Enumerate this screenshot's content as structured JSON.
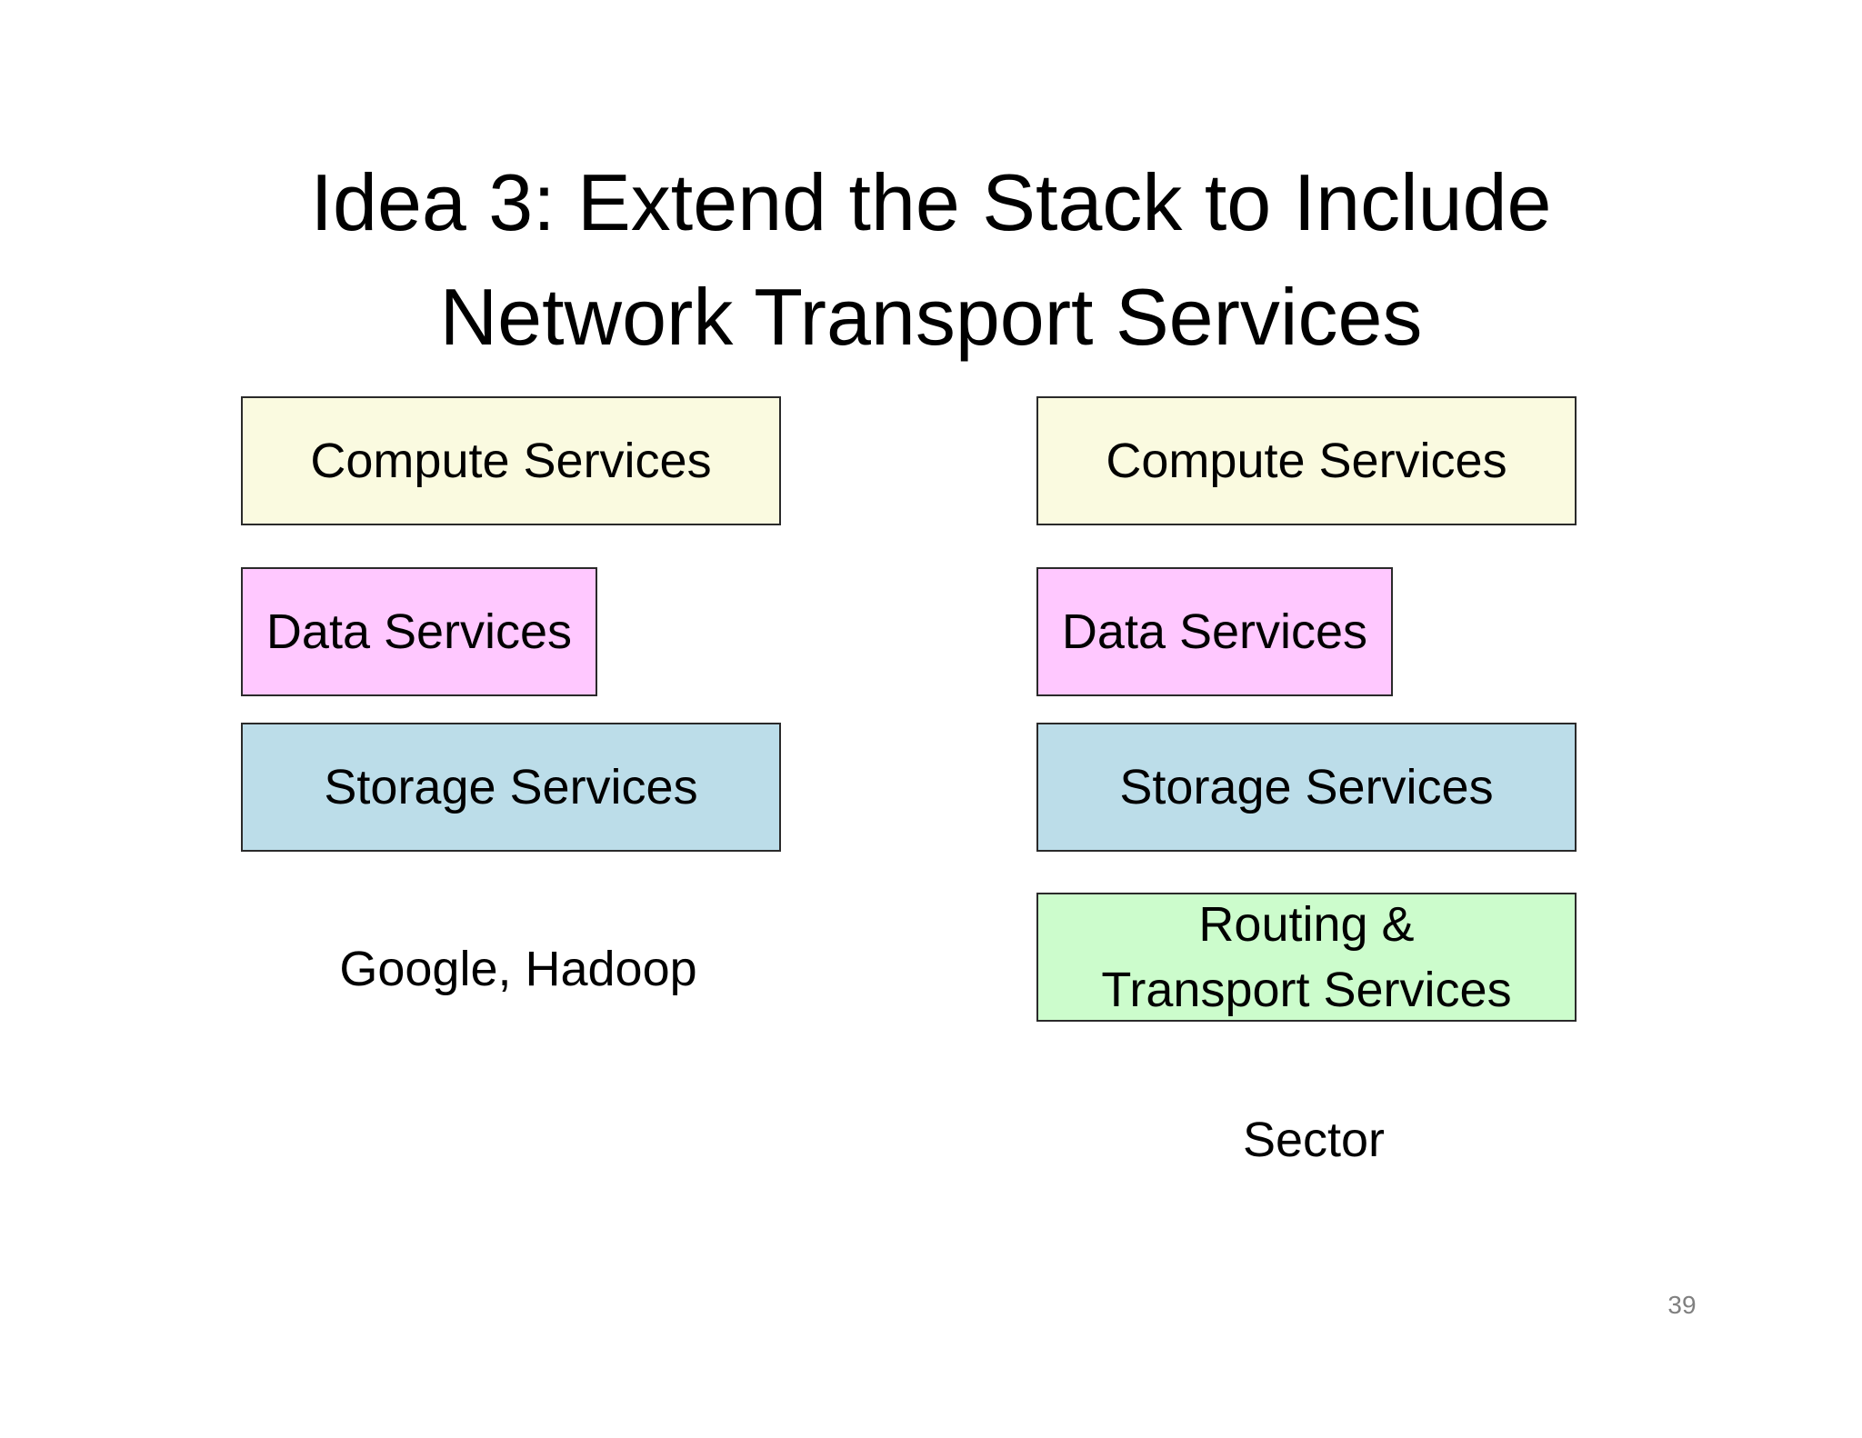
{
  "slide": {
    "title_line1": "Idea 3: Extend the Stack to Include",
    "title_line2": "Network Transport Services",
    "left_stack": {
      "compute": "Compute Services",
      "data": "Data Services",
      "storage": "Storage Services",
      "caption": "Google, Hadoop"
    },
    "right_stack": {
      "compute": "Compute Services",
      "data": "Data Services",
      "storage": "Storage Services",
      "routing_line1": "Routing &",
      "routing_line2": "Transport Services",
      "caption": "Sector"
    },
    "page_number": "39"
  },
  "colors": {
    "compute": "#fafae0",
    "data": "#ffc8ff",
    "storage": "#bcdde9",
    "routing": "#ccfccc",
    "page_number": "#808080",
    "border": "#2a2a2a"
  }
}
